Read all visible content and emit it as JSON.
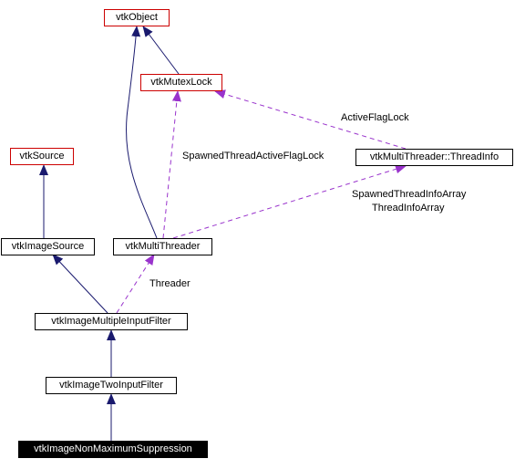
{
  "nodes": {
    "vtkObject": "vtkObject",
    "vtkMutexLock": "vtkMutexLock",
    "vtkSource": "vtkSource",
    "vtkMultiThreaderThreadInfo": "vtkMultiThreader::ThreadInfo",
    "vtkImageSource": "vtkImageSource",
    "vtkMultiThreader": "vtkMultiThreader",
    "vtkImageMultipleInputFilter": "vtkImageMultipleInputFilter",
    "vtkImageTwoInputFilter": "vtkImageTwoInputFilter",
    "vtkImageNonMaximumSuppression": "vtkImageNonMaximumSuppression"
  },
  "edge_labels": {
    "active_flag_lock": "ActiveFlagLock",
    "spawned_thread_active_flag_lock": "SpawnedThreadActiveFlagLock",
    "spawned_thread_info_array": "SpawnedThreadInfoArray",
    "thread_info_array": "ThreadInfoArray",
    "threader": "Threader"
  },
  "colors": {
    "inheritance_edge": "#1a1a6e",
    "usage_edge": "#9933cc",
    "documented_border": "#000000",
    "undocumented_border": "#cc0000"
  }
}
